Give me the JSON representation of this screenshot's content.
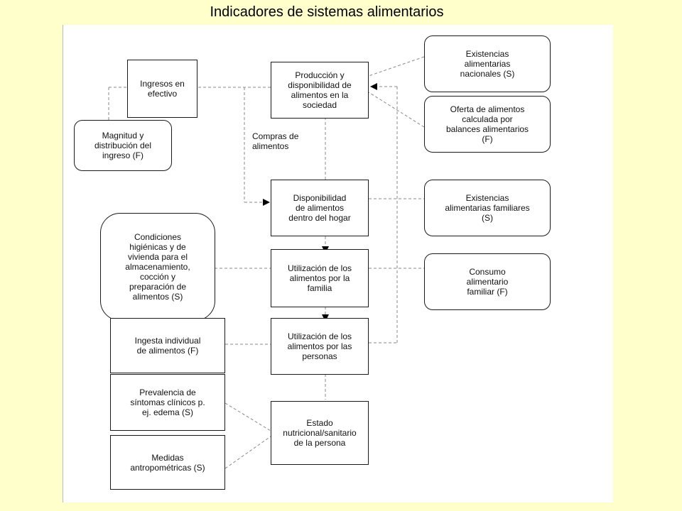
{
  "title": "Indicadores de sistemas alimentarios",
  "boxes": {
    "ingresos": "Ingresos en\nefectivo",
    "magnitud": "Magnitud y\ndistribución del\ningreso (F)",
    "produccion": "Producción y\ndisponibilidad de\nalimentos en la\nsociedad",
    "existencias_nacionales": "Existencias\nalimentarias\nnacionales (S)",
    "oferta": "Oferta de alimentos\ncalculada por\nbalances alimentarios\n(F)",
    "disponibilidad_hogar": "Disponibilidad\nde alimentos\ndentro del hogar",
    "existencias_familiares": "Existencias\nalimentarias familiares\n(S)",
    "condiciones": "Condiciones\nhigiénicas y de\nvivienda para el\nalmacenamiento,\ncocción y\npreparación de\nalimentos (S)",
    "utilizacion_familia": "Utilización de los\nalimentos por la\nfamilia",
    "consumo": "Consumo\nalimentario\nfamiliar (F)",
    "ingesta": "Ingesta individual\nde alimentos (F)",
    "utilizacion_personas": "Utilización de los\nalimentos por  las\npersonas",
    "prevalencia": "Prevalencia de\nsíntomas clínicos p.\nej. edema (S)",
    "estado": "Estado\nnutricional/sanitario\nde la persona",
    "medidas": "Medidas\nantropométricas (S)"
  },
  "labels": {
    "compras": "Compras de\nalimentos"
  }
}
